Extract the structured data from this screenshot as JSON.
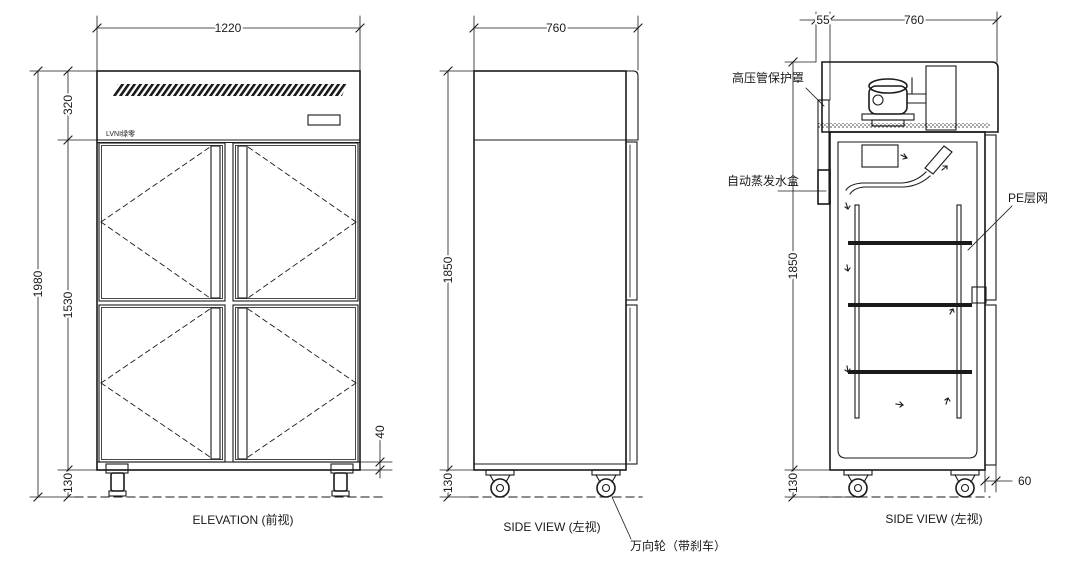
{
  "elevation": {
    "title": "ELEVATION (前视)",
    "brand": "LVNI绿零",
    "dims": {
      "width": "1220",
      "total_height": "1980",
      "top_panel": "320",
      "door_height": "1530",
      "base_height": "130",
      "base_strip": "40"
    }
  },
  "side_view": {
    "title": "SIDE VIEW (左视)",
    "caster_label": "万向轮（带刹车）",
    "dims": {
      "depth": "760",
      "height": "1850",
      "base_height": "130"
    }
  },
  "section_view": {
    "title": "SIDE VIEW (左视)",
    "labels": {
      "pipe_guard": "高压管保护罩",
      "evaporation_tray": "自动蒸发水盒",
      "shelf": "PE层网"
    },
    "dims": {
      "overhang": "55",
      "depth": "760",
      "height": "1850",
      "base_height": "130",
      "door_offset": "60"
    }
  }
}
